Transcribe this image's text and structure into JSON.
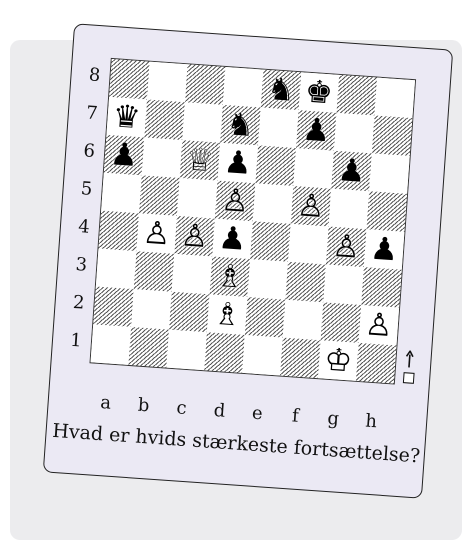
{
  "board": {
    "ranks": [
      "8",
      "7",
      "6",
      "5",
      "4",
      "3",
      "2",
      "1"
    ],
    "files": [
      "a",
      "b",
      "c",
      "d",
      "e",
      "f",
      "g",
      "h"
    ],
    "pieces": [
      {
        "square": "e8",
        "color": "black",
        "type": "knight",
        "glyph": "♞"
      },
      {
        "square": "f8",
        "color": "black",
        "type": "king",
        "glyph": "♚"
      },
      {
        "square": "a7",
        "color": "black",
        "type": "queen",
        "glyph": "♛"
      },
      {
        "square": "d7",
        "color": "black",
        "type": "knight",
        "glyph": "♞"
      },
      {
        "square": "f7",
        "color": "black",
        "type": "pawn",
        "glyph": "♟"
      },
      {
        "square": "a6",
        "color": "black",
        "type": "pawn",
        "glyph": "♟"
      },
      {
        "square": "c6",
        "color": "white",
        "type": "queen",
        "glyph": "♕"
      },
      {
        "square": "d6",
        "color": "black",
        "type": "pawn",
        "glyph": "♟"
      },
      {
        "square": "g6",
        "color": "black",
        "type": "pawn",
        "glyph": "♟"
      },
      {
        "square": "d5",
        "color": "white",
        "type": "pawn",
        "glyph": "♙"
      },
      {
        "square": "f5",
        "color": "white",
        "type": "pawn",
        "glyph": "♙"
      },
      {
        "square": "b4",
        "color": "white",
        "type": "pawn",
        "glyph": "♙"
      },
      {
        "square": "c4",
        "color": "white",
        "type": "pawn",
        "glyph": "♙"
      },
      {
        "square": "d4",
        "color": "black",
        "type": "pawn",
        "glyph": "♟"
      },
      {
        "square": "g4",
        "color": "white",
        "type": "pawn",
        "glyph": "♙"
      },
      {
        "square": "h4",
        "color": "black",
        "type": "pawn",
        "glyph": "♟"
      },
      {
        "square": "d3",
        "color": "white",
        "type": "bishop",
        "glyph": "♗"
      },
      {
        "square": "h2",
        "color": "white",
        "type": "pawn",
        "glyph": "♙"
      },
      {
        "square": "d2",
        "color": "white",
        "type": "bishop",
        "glyph": "♗"
      },
      {
        "square": "g1",
        "color": "white",
        "type": "king",
        "glyph": "♔"
      }
    ],
    "to_move": "white"
  },
  "question": "Hvad er hvids stærkeste fortsættelse?"
}
